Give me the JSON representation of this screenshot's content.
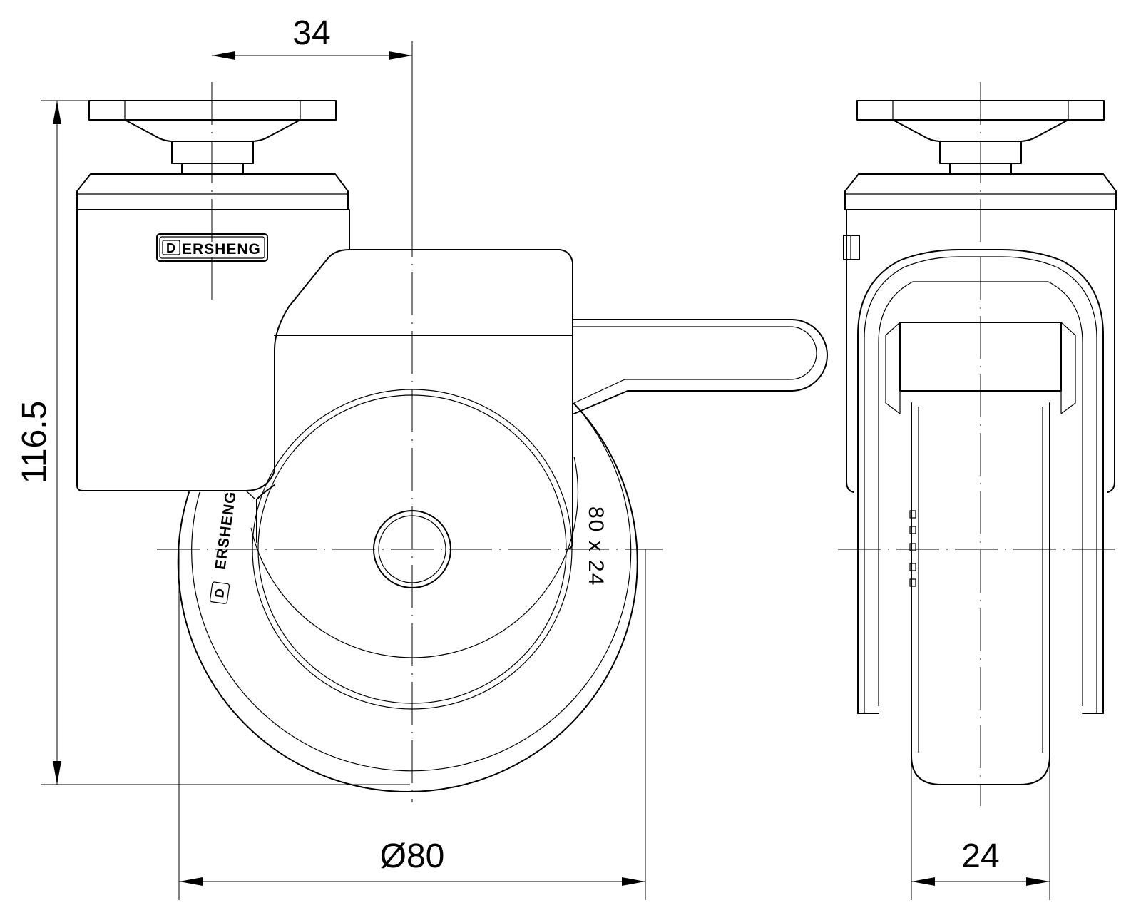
{
  "dimensions": {
    "offset": "34",
    "height": "116.5",
    "diameter": "Ø80",
    "width": "24"
  },
  "brand": {
    "name": "ERSHENG",
    "logo_letter": "D"
  },
  "wheel_marking": "80 x 24",
  "colors": {
    "line": "#000000",
    "background": "#ffffff"
  }
}
